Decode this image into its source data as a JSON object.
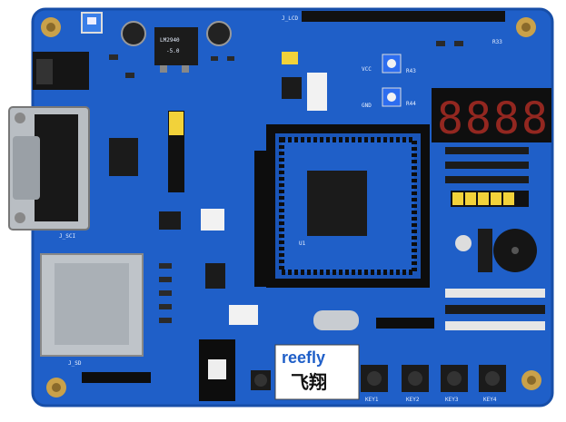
{
  "colors": {
    "pcb": "#1f5fc8",
    "pcb_dark": "#174ea8",
    "silkscreen": "#e8f0ff",
    "gold": "#c9a14a",
    "ic_body": "#1b1b1b",
    "segment_red": "#ff3b2f",
    "pin_header": "#111111",
    "yellow_jumper": "#f2d23a",
    "white_connector": "#f2f2f2",
    "sd_metal": "#bfc4c9"
  },
  "labels": {
    "brand_left": "reefly",
    "brand_chinese": "飞翔",
    "lcd_header": "J_LCD",
    "sd_slot": "J_SD",
    "chip_u1": "U1",
    "regulator": "LM2940",
    "regulator_voltage": "-5.0",
    "key1": "KEY1",
    "key2": "KEY2",
    "key3": "KEY3",
    "key4": "KEY4",
    "r33": "R33",
    "j_sci": "J_SCI",
    "r43": "R43",
    "r44": "R44",
    "jp_vcc": "VCC",
    "jp_gnd": "GND"
  },
  "segment_display": {
    "digits": [
      "8",
      "8",
      "8",
      "8"
    ]
  }
}
